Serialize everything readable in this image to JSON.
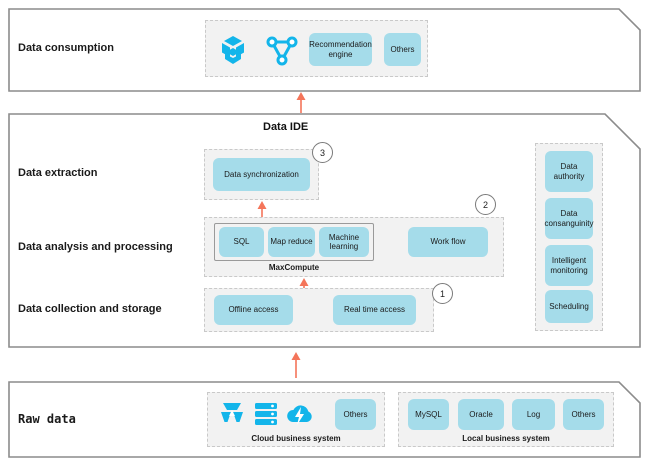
{
  "diagram": {
    "accent_blue": "#a5dcea",
    "icon_cyan": "#13b5ea",
    "arrow_color": "#f4755a",
    "panel_border": "#8c8c8c",
    "group_bg": "#f2f2f2"
  },
  "layers": {
    "consumption": {
      "label": "Data consumption",
      "icons": [
        {
          "name": "data-cube-icon"
        },
        {
          "name": "network-graph-icon"
        }
      ],
      "nodes": [
        {
          "label": "Recommendation engine"
        },
        {
          "label": "Others"
        }
      ]
    },
    "ide": {
      "title": "Data IDE",
      "rows": [
        {
          "label": "Data extraction"
        },
        {
          "label": "Data analysis and processing"
        },
        {
          "label": "Data collection and storage"
        }
      ],
      "extraction": {
        "nodes": [
          {
            "label": "Data synchronization"
          }
        ],
        "step": "3"
      },
      "analysis": {
        "maxcompute": {
          "caption": "MaxCompute",
          "nodes": [
            {
              "label": "SQL"
            },
            {
              "label": "Map reduce"
            },
            {
              "label": "Machine learning"
            }
          ]
        },
        "nodes": [
          {
            "label": "Work flow"
          }
        ],
        "step": "2"
      },
      "collection": {
        "nodes": [
          {
            "label": "Offline access"
          },
          {
            "label": "Real time access"
          }
        ],
        "step": "1"
      },
      "management": {
        "nodes": [
          {
            "label": "Data authority"
          },
          {
            "label": "Data consanguinity"
          },
          {
            "label": "Intelligent monitoring"
          },
          {
            "label": "Scheduling"
          }
        ]
      }
    },
    "raw": {
      "label": "Raw data",
      "cloud": {
        "caption": "Cloud business system",
        "icons": [
          {
            "name": "compute-cluster-icon"
          },
          {
            "name": "database-stack-icon"
          },
          {
            "name": "cloud-bolt-icon"
          }
        ],
        "nodes": [
          {
            "label": "Others"
          }
        ]
      },
      "local": {
        "caption": "Local business system",
        "nodes": [
          {
            "label": "MySQL"
          },
          {
            "label": "Oracle"
          },
          {
            "label": "Log"
          },
          {
            "label": "Others"
          }
        ]
      }
    }
  },
  "arrows": [
    {
      "name": "arrow-collection-to-analysis"
    },
    {
      "name": "arrow-analysis-to-extraction"
    },
    {
      "name": "arrow-ide-to-consumption"
    },
    {
      "name": "arrow-raw-to-ide"
    }
  ]
}
